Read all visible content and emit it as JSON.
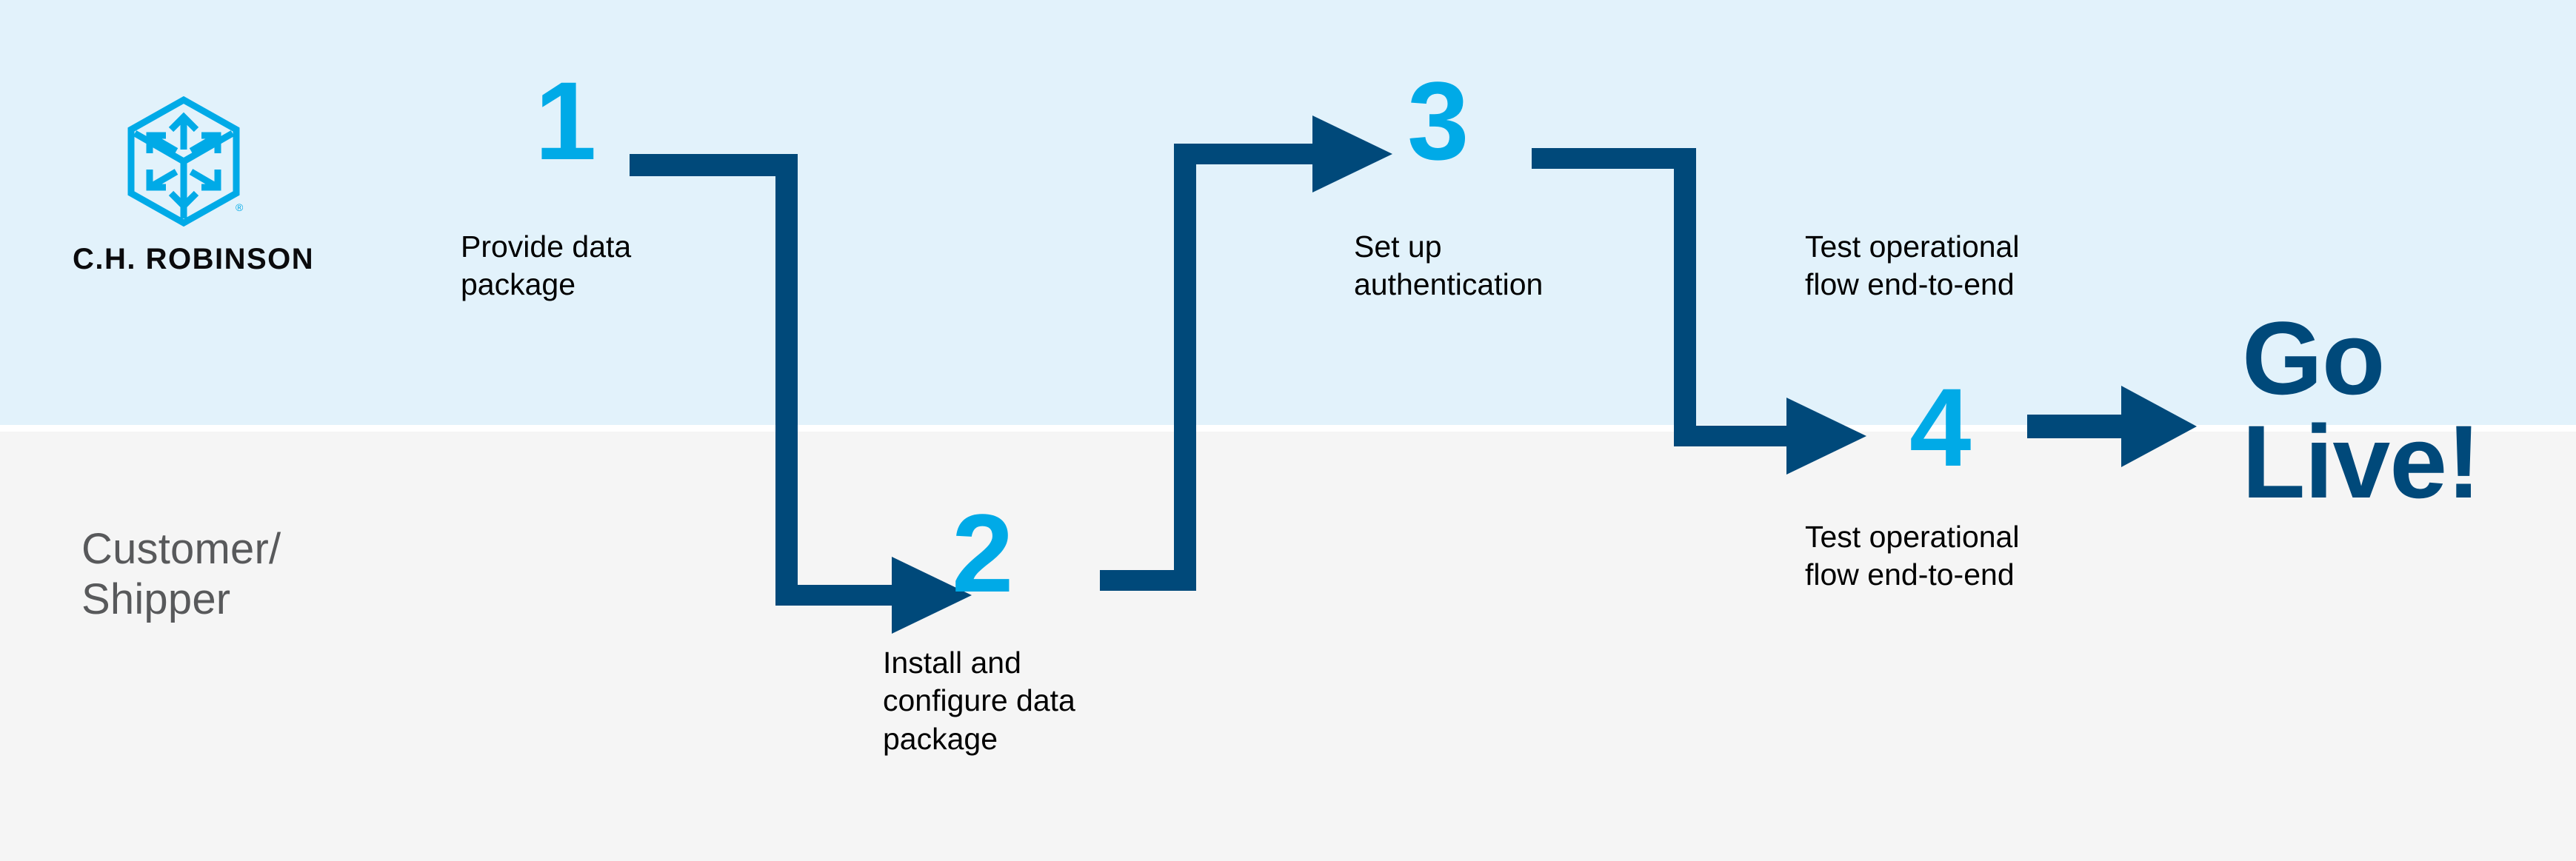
{
  "theme": {
    "band_top_color": "#e2f2fb",
    "band_bottom_color": "#f5f5f5",
    "accent_light_blue": "#00aae7",
    "accent_dark_navy": "#00497a",
    "text_color": "#000000",
    "muted_text_color": "#58595b"
  },
  "brand": {
    "logo_icon": "cube-hexagon-arrows-icon",
    "wordmark": "C.H. ROBINSON",
    "registered_mark": "®"
  },
  "lane": {
    "label_line1": "Customer/",
    "label_line2": "Shipper"
  },
  "steps": [
    {
      "number": "1",
      "caption_line1": "Provide data",
      "caption_line2": "package",
      "caption_line3": ""
    },
    {
      "number": "2",
      "caption_line1": "Install and",
      "caption_line2": "configure data",
      "caption_line3": "package"
    },
    {
      "number": "3",
      "caption_line1": "Set up",
      "caption_line2": "authentication",
      "caption_line3": ""
    },
    {
      "number": "4",
      "caption_line1": "Test operational",
      "caption_line2": "flow end-to-end",
      "caption_line3": ""
    }
  ],
  "extra_label": {
    "line1": "Test operational",
    "line2": "flow end-to-end"
  },
  "outcome": {
    "line1": "Go",
    "line2": "Live!"
  },
  "connectors": [
    {
      "name": "step-1-to-step-2-connector",
      "from": "1",
      "to": "2",
      "shape": "right-down-right-arrow"
    },
    {
      "name": "step-2-to-step-3-connector",
      "from": "2",
      "to": "3",
      "shape": "right-up-right-arrow"
    },
    {
      "name": "step-3-to-step-4-connector",
      "from": "3",
      "to": "4",
      "shape": "right-down-right-arrow"
    },
    {
      "name": "step-4-to-go-live-connector",
      "from": "4",
      "to": "Go Live!",
      "shape": "straight-right-arrow"
    }
  ]
}
